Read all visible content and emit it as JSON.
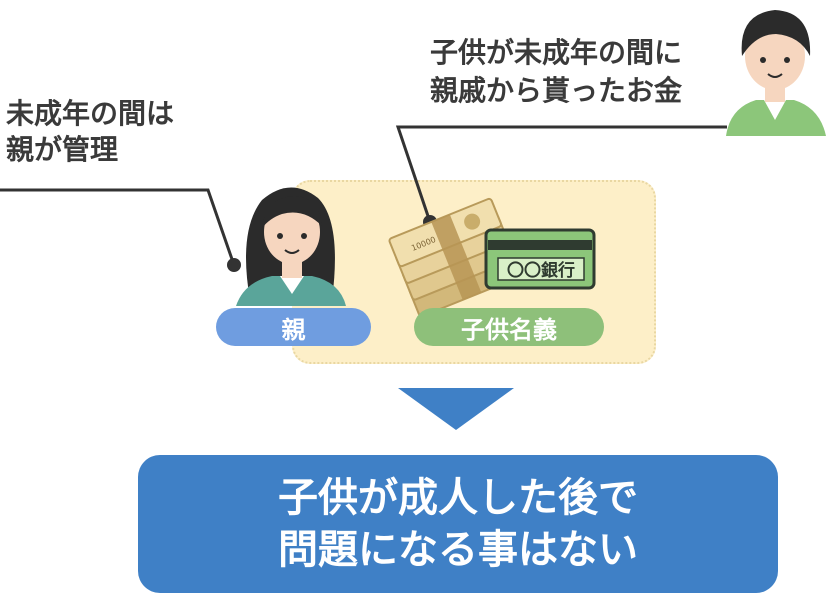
{
  "left_label": {
    "line1": "未成年の間は",
    "line2": "親が管理"
  },
  "right_label": {
    "line1": "子供が未成年の間に",
    "line2": "親戚から貰ったお金"
  },
  "badges": {
    "parent": "親",
    "child_name": "子供名義"
  },
  "bank_card": {
    "text": "〇〇銀行"
  },
  "banknote": {
    "denomination": "10000"
  },
  "result": {
    "line1": "子供が成人した後で",
    "line2": "問題になる事はない"
  },
  "colors": {
    "panel": "#fdefc8",
    "parent_badge": "#6f9de0",
    "child_badge": "#8ec07a",
    "result_box": "#3f80c6",
    "arrow": "#3f80c6",
    "shirt_green": "#8cc67a",
    "shirt_teal": "#5aa59a"
  },
  "icons": [
    "woman-icon",
    "man-icon",
    "money-stack-icon",
    "bank-card-icon",
    "down-arrow-icon"
  ]
}
